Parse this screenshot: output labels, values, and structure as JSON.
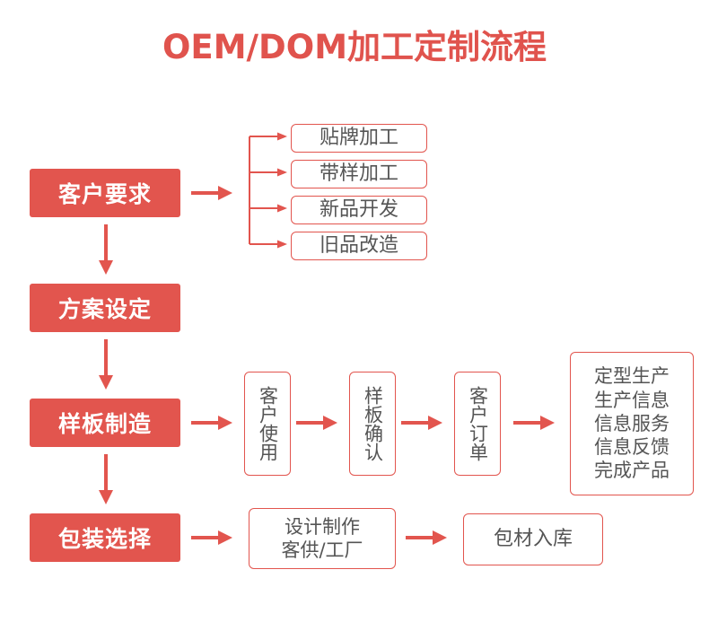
{
  "title": "OEM/DOM加工定制流程",
  "colors": {
    "accent": "#e2554e",
    "title": "#e0534d",
    "box_text": "#555555",
    "block_text": "#ffffff"
  },
  "main_steps": [
    {
      "label": "客户要求"
    },
    {
      "label": "方案设定"
    },
    {
      "label": "样板制造"
    },
    {
      "label": "包装选择"
    }
  ],
  "customer_options": [
    {
      "label": "贴牌加工"
    },
    {
      "label": "带样加工"
    },
    {
      "label": "新品开发"
    },
    {
      "label": "旧品改造"
    }
  ],
  "sample_flow": [
    {
      "label": "客户使用"
    },
    {
      "label": "样板确认"
    },
    {
      "label": "客户订单"
    },
    {
      "label": "定型生产\n生产信息\n信息服务\n信息反馈\n完成产品"
    }
  ],
  "package_flow": [
    {
      "label": "设计制作\n客供/工厂"
    },
    {
      "label": "包材入库"
    }
  ],
  "icons": {
    "arrow_right": "arrow-right-icon",
    "arrow_down": "arrow-down-icon",
    "branch": "branch-connector-icon"
  }
}
